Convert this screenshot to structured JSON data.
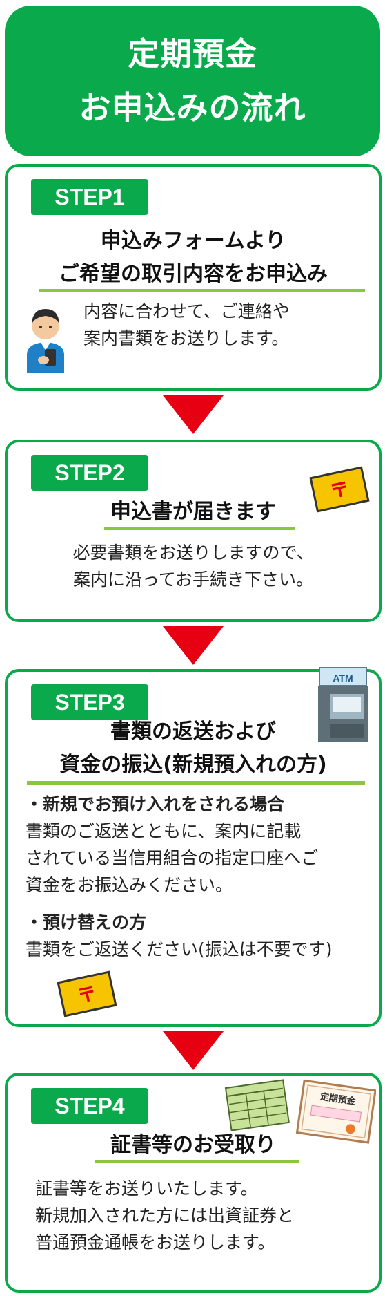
{
  "header": {
    "line1": "定期預金",
    "line2": "お申込みの流れ"
  },
  "steps": [
    {
      "badge": "STEP1",
      "title_lines": [
        "申込みフォームより",
        "ご希望の取引内容をお申込み"
      ],
      "body_lines": [
        "内容に合わせて、ご連絡や",
        "案内書類をお送りします。"
      ]
    },
    {
      "badge": "STEP2",
      "title_lines": [
        "申込書が届きます"
      ],
      "body_lines": [
        "必要書類をお送りしますので、",
        "案内に沿ってお手続き下さい。"
      ]
    },
    {
      "badge": "STEP3",
      "title_lines": [
        "書類の返送および",
        "資金の振込(新規預入れの方)"
      ],
      "sections": [
        {
          "heading": "・新規でお預け入れをされる場合",
          "lines": [
            "書類のご返送とともに、案内に記載",
            "されている当信用組合の指定口座へご",
            "資金をお振込みください。"
          ]
        },
        {
          "heading": "・預け替えの方",
          "lines": [
            "書類をご返送ください(振込は不要です)"
          ]
        }
      ],
      "atm_label": "ATM"
    },
    {
      "badge": "STEP4",
      "title_lines": [
        "証書等のお受取り"
      ],
      "body_lines": [
        "証書等をお送りいたします。",
        "新規加入された方には出資証券と",
        "普通預金通帳をお送りします。"
      ],
      "certificate_label": "定期預金"
    }
  ],
  "envelope_mark": "〒",
  "colors": {
    "green": "#0aa94b",
    "underline": "#8cc63f",
    "arrow": "#e60012",
    "envelope": "#f6c400"
  }
}
